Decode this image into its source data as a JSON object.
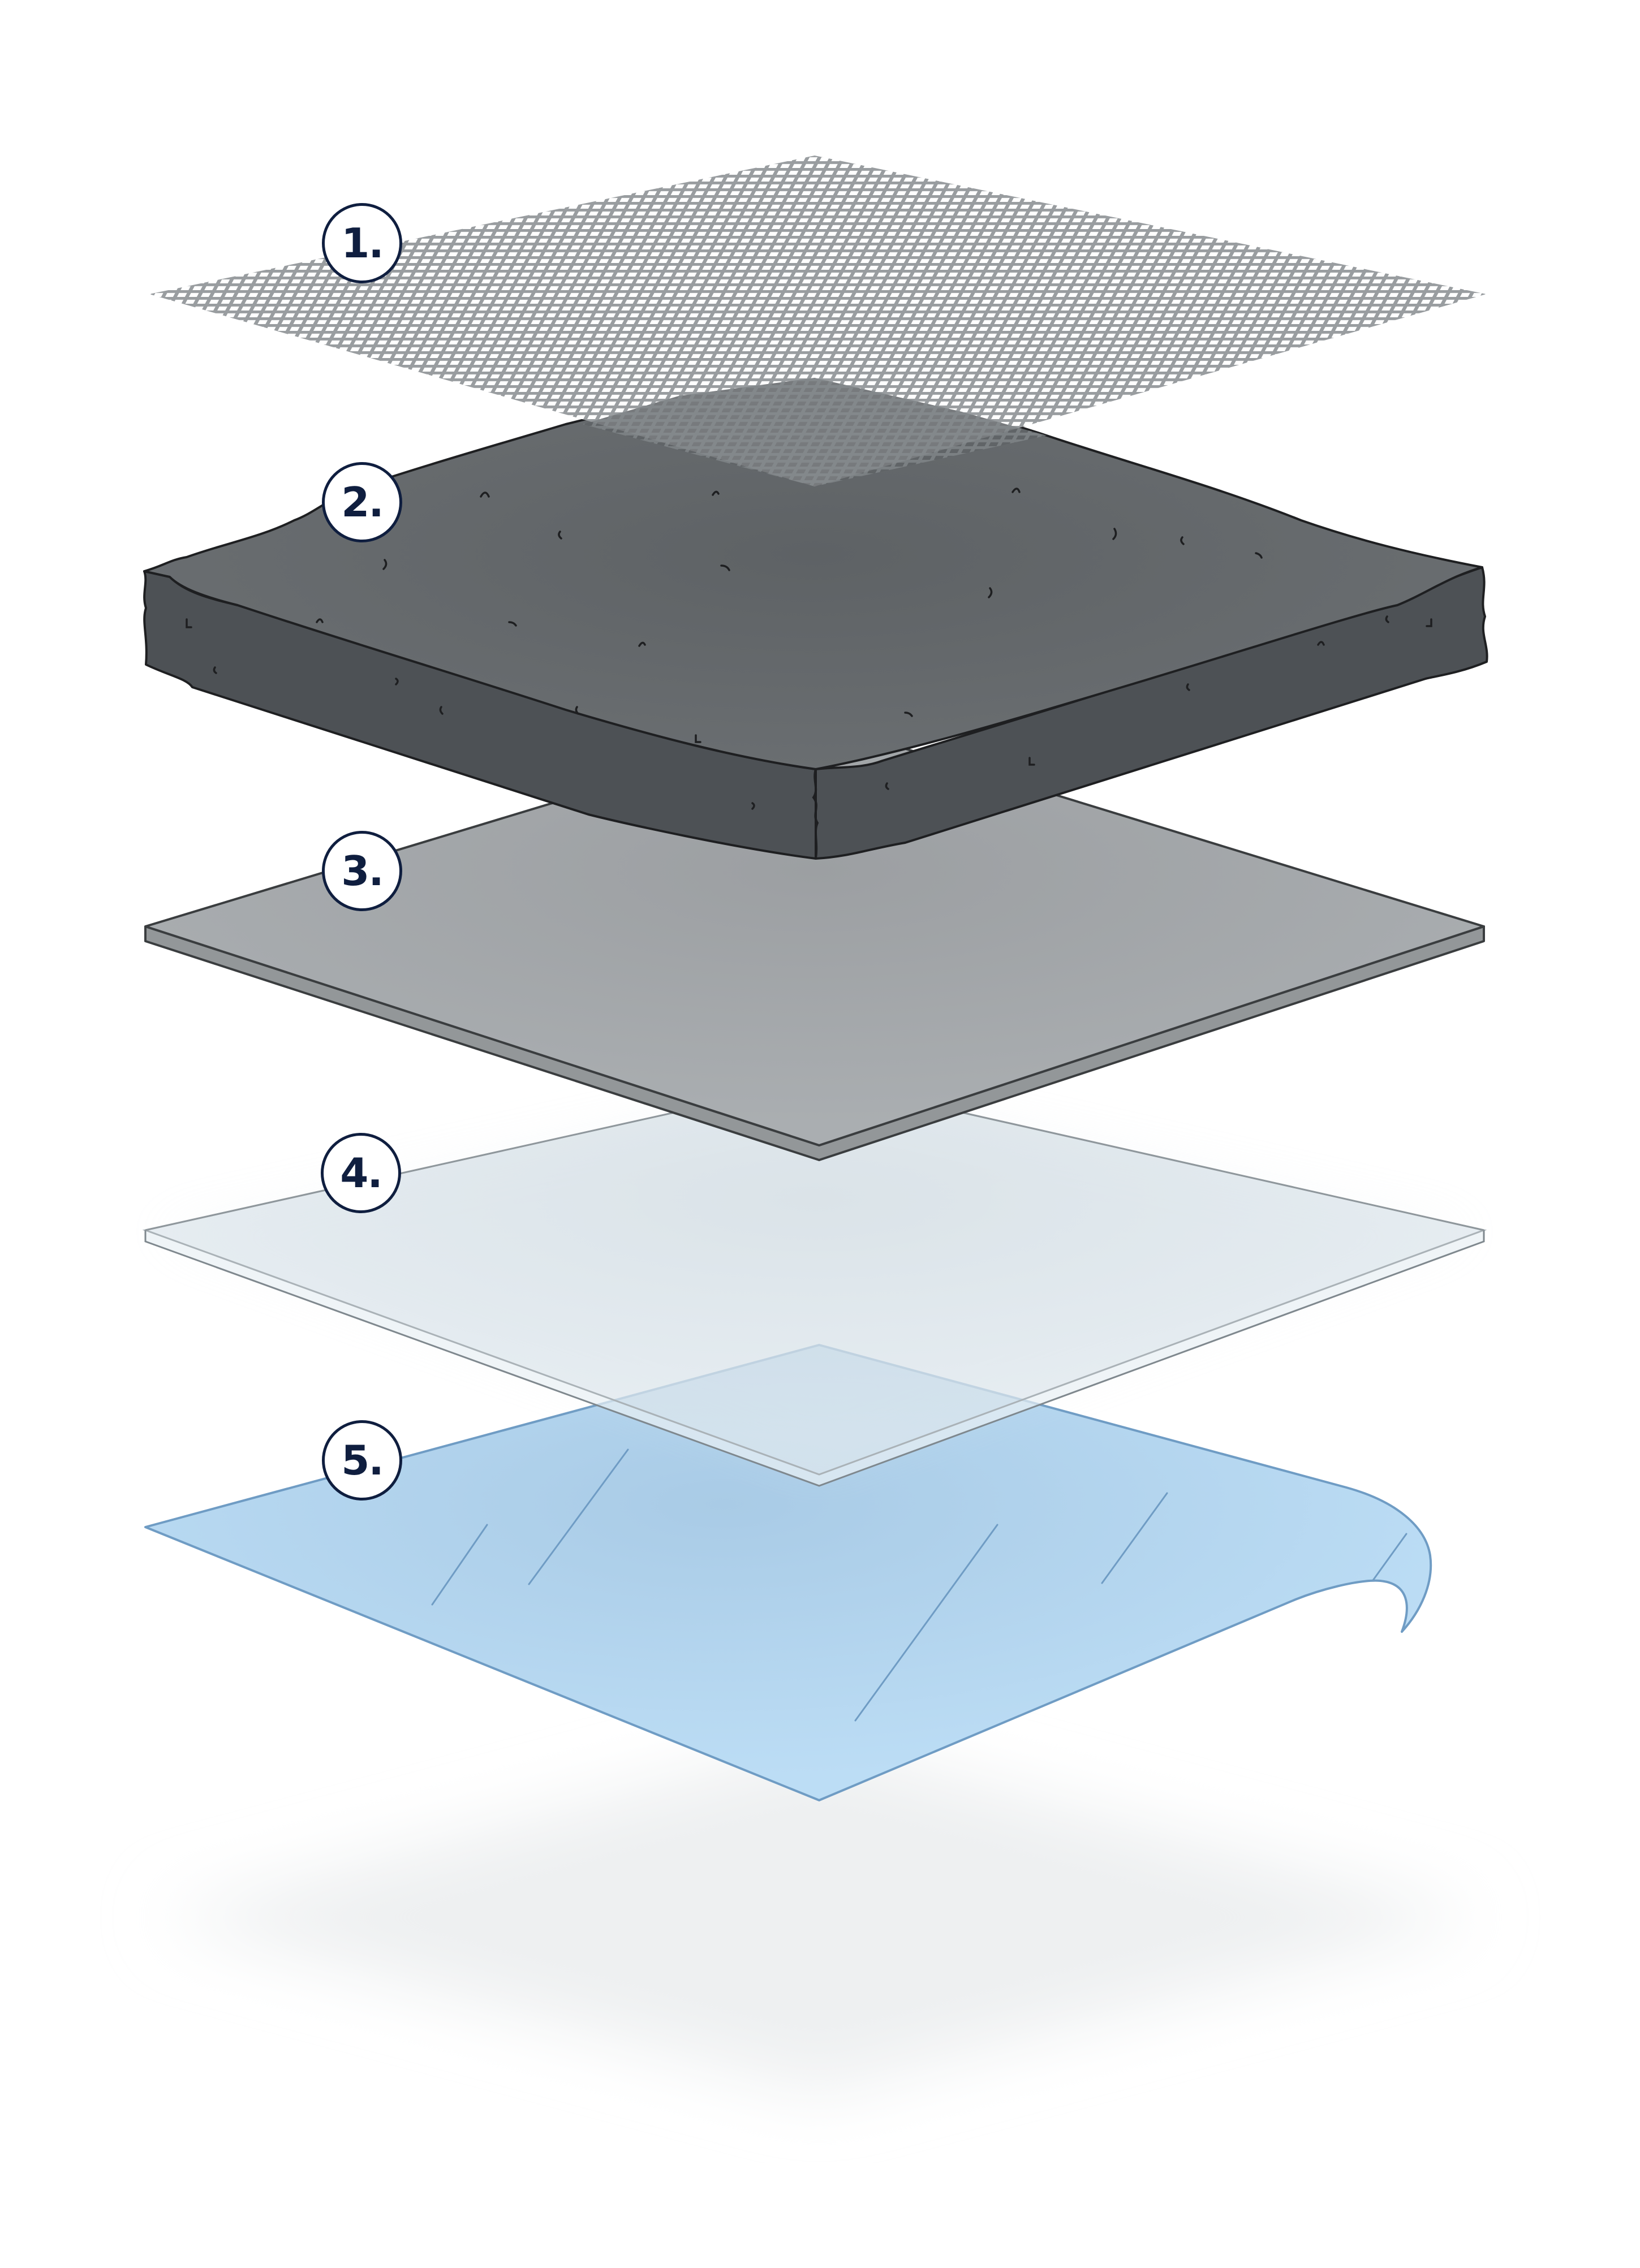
{
  "diagram": {
    "title": "Exploded layer stack",
    "layers": [
      {
        "number_label": "1.",
        "material": "mesh",
        "color": "#999da0"
      },
      {
        "number_label": "2.",
        "material": "foam-block",
        "top_color": "#6a6e71",
        "side_color": "#4d5155",
        "stroke": "#1e1f21"
      },
      {
        "number_label": "3.",
        "material": "solid-sheet",
        "top_color": "#a9adb0",
        "side_color": "#939799",
        "stroke": "#3a3d3f"
      },
      {
        "number_label": "4.",
        "material": "clear-glass-sheet",
        "fill": "#dce7ee",
        "stroke": "#8f979c"
      },
      {
        "number_label": "5.",
        "material": "blue-film-curled",
        "fill": "#bcdcf4",
        "stroke": "#6f9cc4"
      }
    ],
    "label_style": {
      "circle_border": "#0f1e3f",
      "text_color": "#0f1e3f"
    },
    "shadow_color": "#eef0f1"
  }
}
